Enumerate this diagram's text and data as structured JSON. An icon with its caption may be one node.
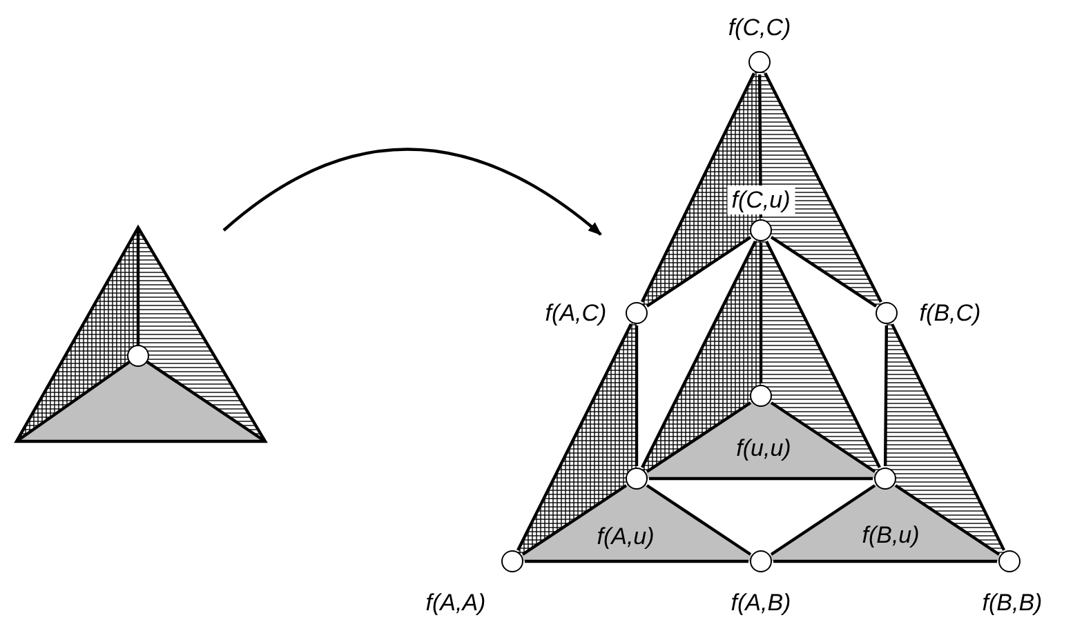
{
  "diagram": {
    "nodes": [
      {
        "text": [],
        "shape": "picture"
      },
      {
        "text": [],
        "shape": "circle",
        "in": 0
      },
      {
        "text": [],
        "shape": "circle",
        "beside": [
          "f(C,C)"
        ]
      },
      {
        "text": [],
        "shape": "circle",
        "beside": [
          "f(C,u)"
        ]
      },
      {
        "text": [],
        "shape": "circle",
        "beside": [
          "f(A,C)"
        ]
      },
      {
        "text": [],
        "shape": "circle",
        "beside": [
          "f(B,C)"
        ]
      },
      {
        "text": [],
        "shape": "circle",
        "beside": [
          "f(u,u)"
        ]
      },
      {
        "text": [],
        "shape": "circle",
        "beside": [
          "f(A,u)"
        ]
      },
      {
        "text": [],
        "shape": "circle",
        "beside": [
          "f(B,u)"
        ]
      },
      {
        "text": [],
        "shape": "circle",
        "beside": [
          "f(A,A)"
        ]
      },
      {
        "text": [],
        "shape": "circle",
        "beside": [
          "f(A,B)"
        ]
      },
      {
        "text": [],
        "shape": "circle",
        "beside": [
          "f(B,B)"
        ]
      }
    ],
    "edges": [
      {
        "from": 0,
        "to": null,
        "arrow": "to"
      },
      {
        "from": 2,
        "to": 4,
        "arrow": "none"
      },
      {
        "from": 2,
        "to": 5,
        "arrow": "none"
      },
      {
        "from": 4,
        "to": 9,
        "arrow": "none"
      },
      {
        "from": 5,
        "to": 11,
        "arrow": "none"
      },
      {
        "from": 9,
        "to": 10,
        "arrow": "none"
      },
      {
        "from": 10,
        "to": 11,
        "arrow": "none"
      },
      {
        "from": 2,
        "to": 3,
        "arrow": "none"
      },
      {
        "from": 3,
        "to": 4,
        "arrow": "none"
      },
      {
        "from": 3,
        "to": 5,
        "arrow": "none"
      },
      {
        "from": 4,
        "to": 7,
        "arrow": "none"
      },
      {
        "from": 5,
        "to": 8,
        "arrow": "none"
      },
      {
        "from": 3,
        "to": 7,
        "arrow": "none"
      },
      {
        "from": 3,
        "to": 8,
        "arrow": "none"
      },
      {
        "from": 3,
        "to": 6,
        "arrow": "none"
      },
      {
        "from": 6,
        "to": 7,
        "arrow": "none"
      },
      {
        "from": 6,
        "to": 8,
        "arrow": "none"
      },
      {
        "from": 7,
        "to": 8,
        "arrow": "none"
      },
      {
        "from": 7,
        "to": 10,
        "arrow": "none"
      },
      {
        "from": 10,
        "to": 8,
        "arrow": "none"
      },
      {
        "from": 9,
        "to": 7,
        "arrow": "none"
      },
      {
        "from": 8,
        "to": 11,
        "arrow": "none"
      }
    ]
  }
}
